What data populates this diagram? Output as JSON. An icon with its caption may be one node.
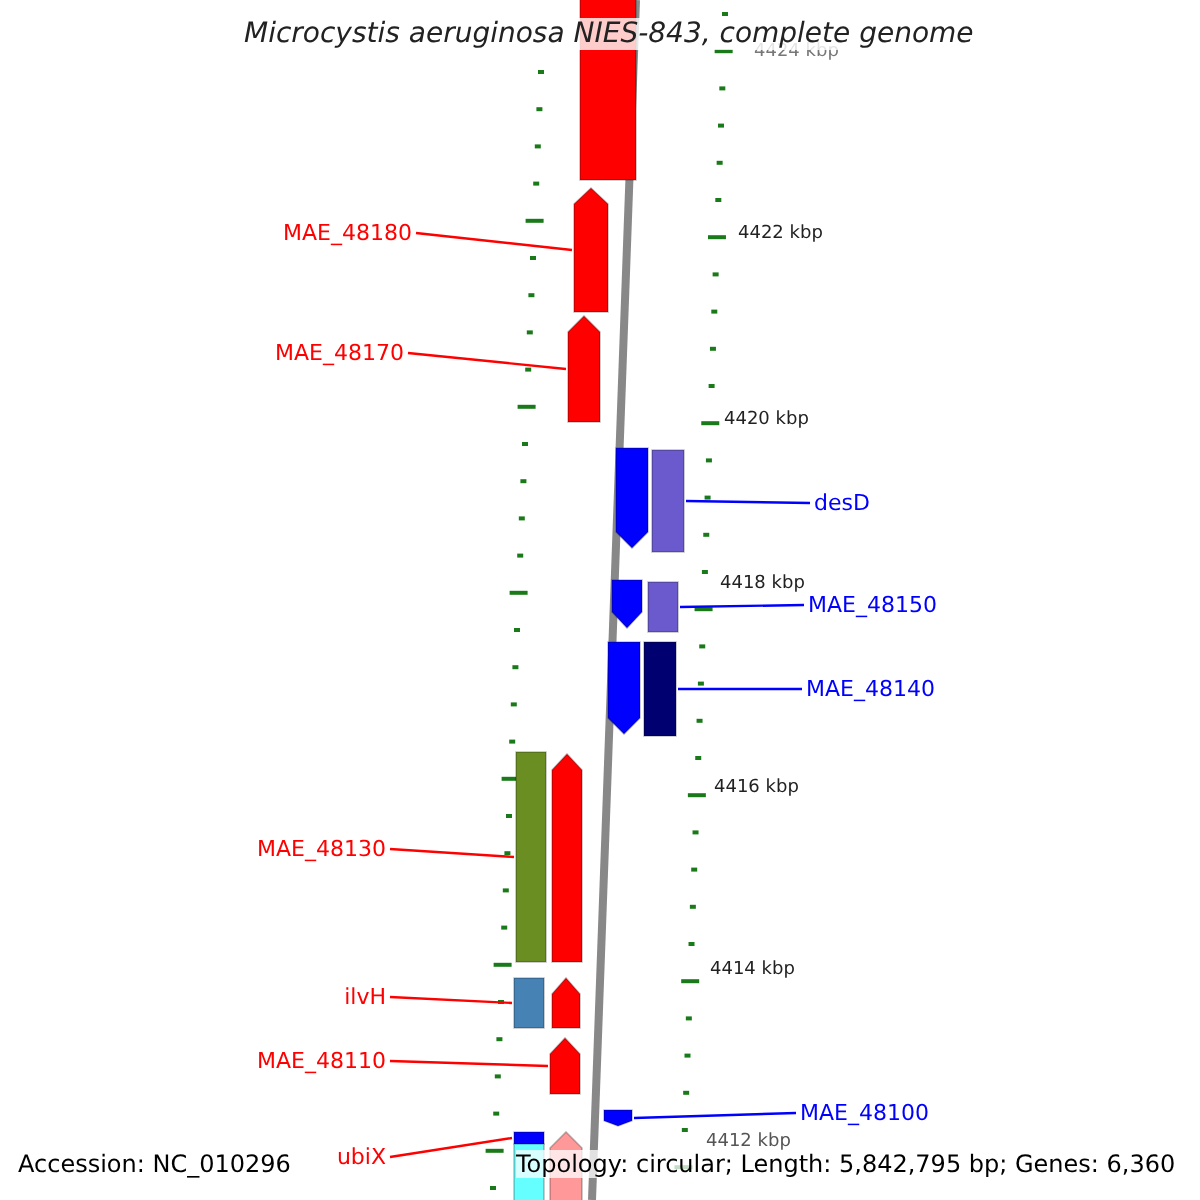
{
  "diagram": {
    "title": "Microcystis aeruginosa NIES-843, complete genome",
    "nodes": [
      {
        "text": [
          "MAE_48180"
        ]
      },
      {
        "text": [],
        "shape": "arrow"
      },
      {
        "text": [
          "MAE_48170"
        ]
      },
      {
        "text": [],
        "shape": "arrow"
      },
      {
        "text": [
          "desD"
        ]
      },
      {
        "text": [],
        "shape": "bar"
      },
      {
        "text": [
          "MAE_48150"
        ]
      },
      {
        "text": [],
        "shape": "bar"
      },
      {
        "text": [
          "MAE_48140"
        ]
      },
      {
        "text": [],
        "shape": "bar"
      },
      {
        "text": [
          "MAE_48130"
        ]
      },
      {
        "text": [],
        "shape": "bar"
      },
      {
        "text": [
          "ilvH"
        ]
      },
      {
        "text": [],
        "shape": "bar"
      },
      {
        "text": [
          "MAE_48110"
        ]
      },
      {
        "text": [],
        "shape": "arrow"
      },
      {
        "text": [
          "MAE_48100"
        ]
      },
      {
        "text": [],
        "shape": "arrow"
      },
      {
        "text": [
          "ubiX"
        ]
      },
      {
        "text": [],
        "shape": "bar"
      },
      {
        "text": [],
        "shape": "bar"
      },
      {
        "text": [],
        "shape": "arrow"
      },
      {
        "text": [],
        "shape": "arrow"
      },
      {
        "text": [],
        "shape": "arrow"
      },
      {
        "text": [],
        "shape": "arrow"
      },
      {
        "text": [],
        "shape": "arrow"
      },
      {
        "text": [],
        "shape": "bar"
      },
      {
        "text": [],
        "shape": "arrow"
      }
    ],
    "edges": [
      {
        "from": 0,
        "to": 1,
        "arrow": "none"
      },
      {
        "from": 2,
        "to": 3,
        "arrow": "none"
      },
      {
        "from": 4,
        "to": 5,
        "arrow": "none",
        "color": "#0000ff"
      },
      {
        "from": 6,
        "to": 7,
        "arrow": "none",
        "color": "#0000ff"
      },
      {
        "from": 8,
        "to": 9,
        "arrow": "none",
        "color": "#0000ff"
      },
      {
        "from": 10,
        "to": 11,
        "arrow": "none"
      },
      {
        "from": 12,
        "to": 13,
        "arrow": "none"
      },
      {
        "from": 14,
        "to": 15,
        "arrow": "none"
      },
      {
        "from": 16,
        "to": 17,
        "arrow": "none",
        "color": "#0000ff"
      },
      {
        "from": 18,
        "to": 19,
        "arrow": "none"
      }
    ],
    "labels": [
      "4424 kbp",
      "4422 kbp",
      "4420 kbp",
      "4418 kbp",
      "4416 kbp",
      "4414 kbp",
      "4412 kbp",
      "Accession: NC_010296",
      "Topology: circular; Length: 5,842,795 bp; Genes: 6,360"
    ]
  }
}
